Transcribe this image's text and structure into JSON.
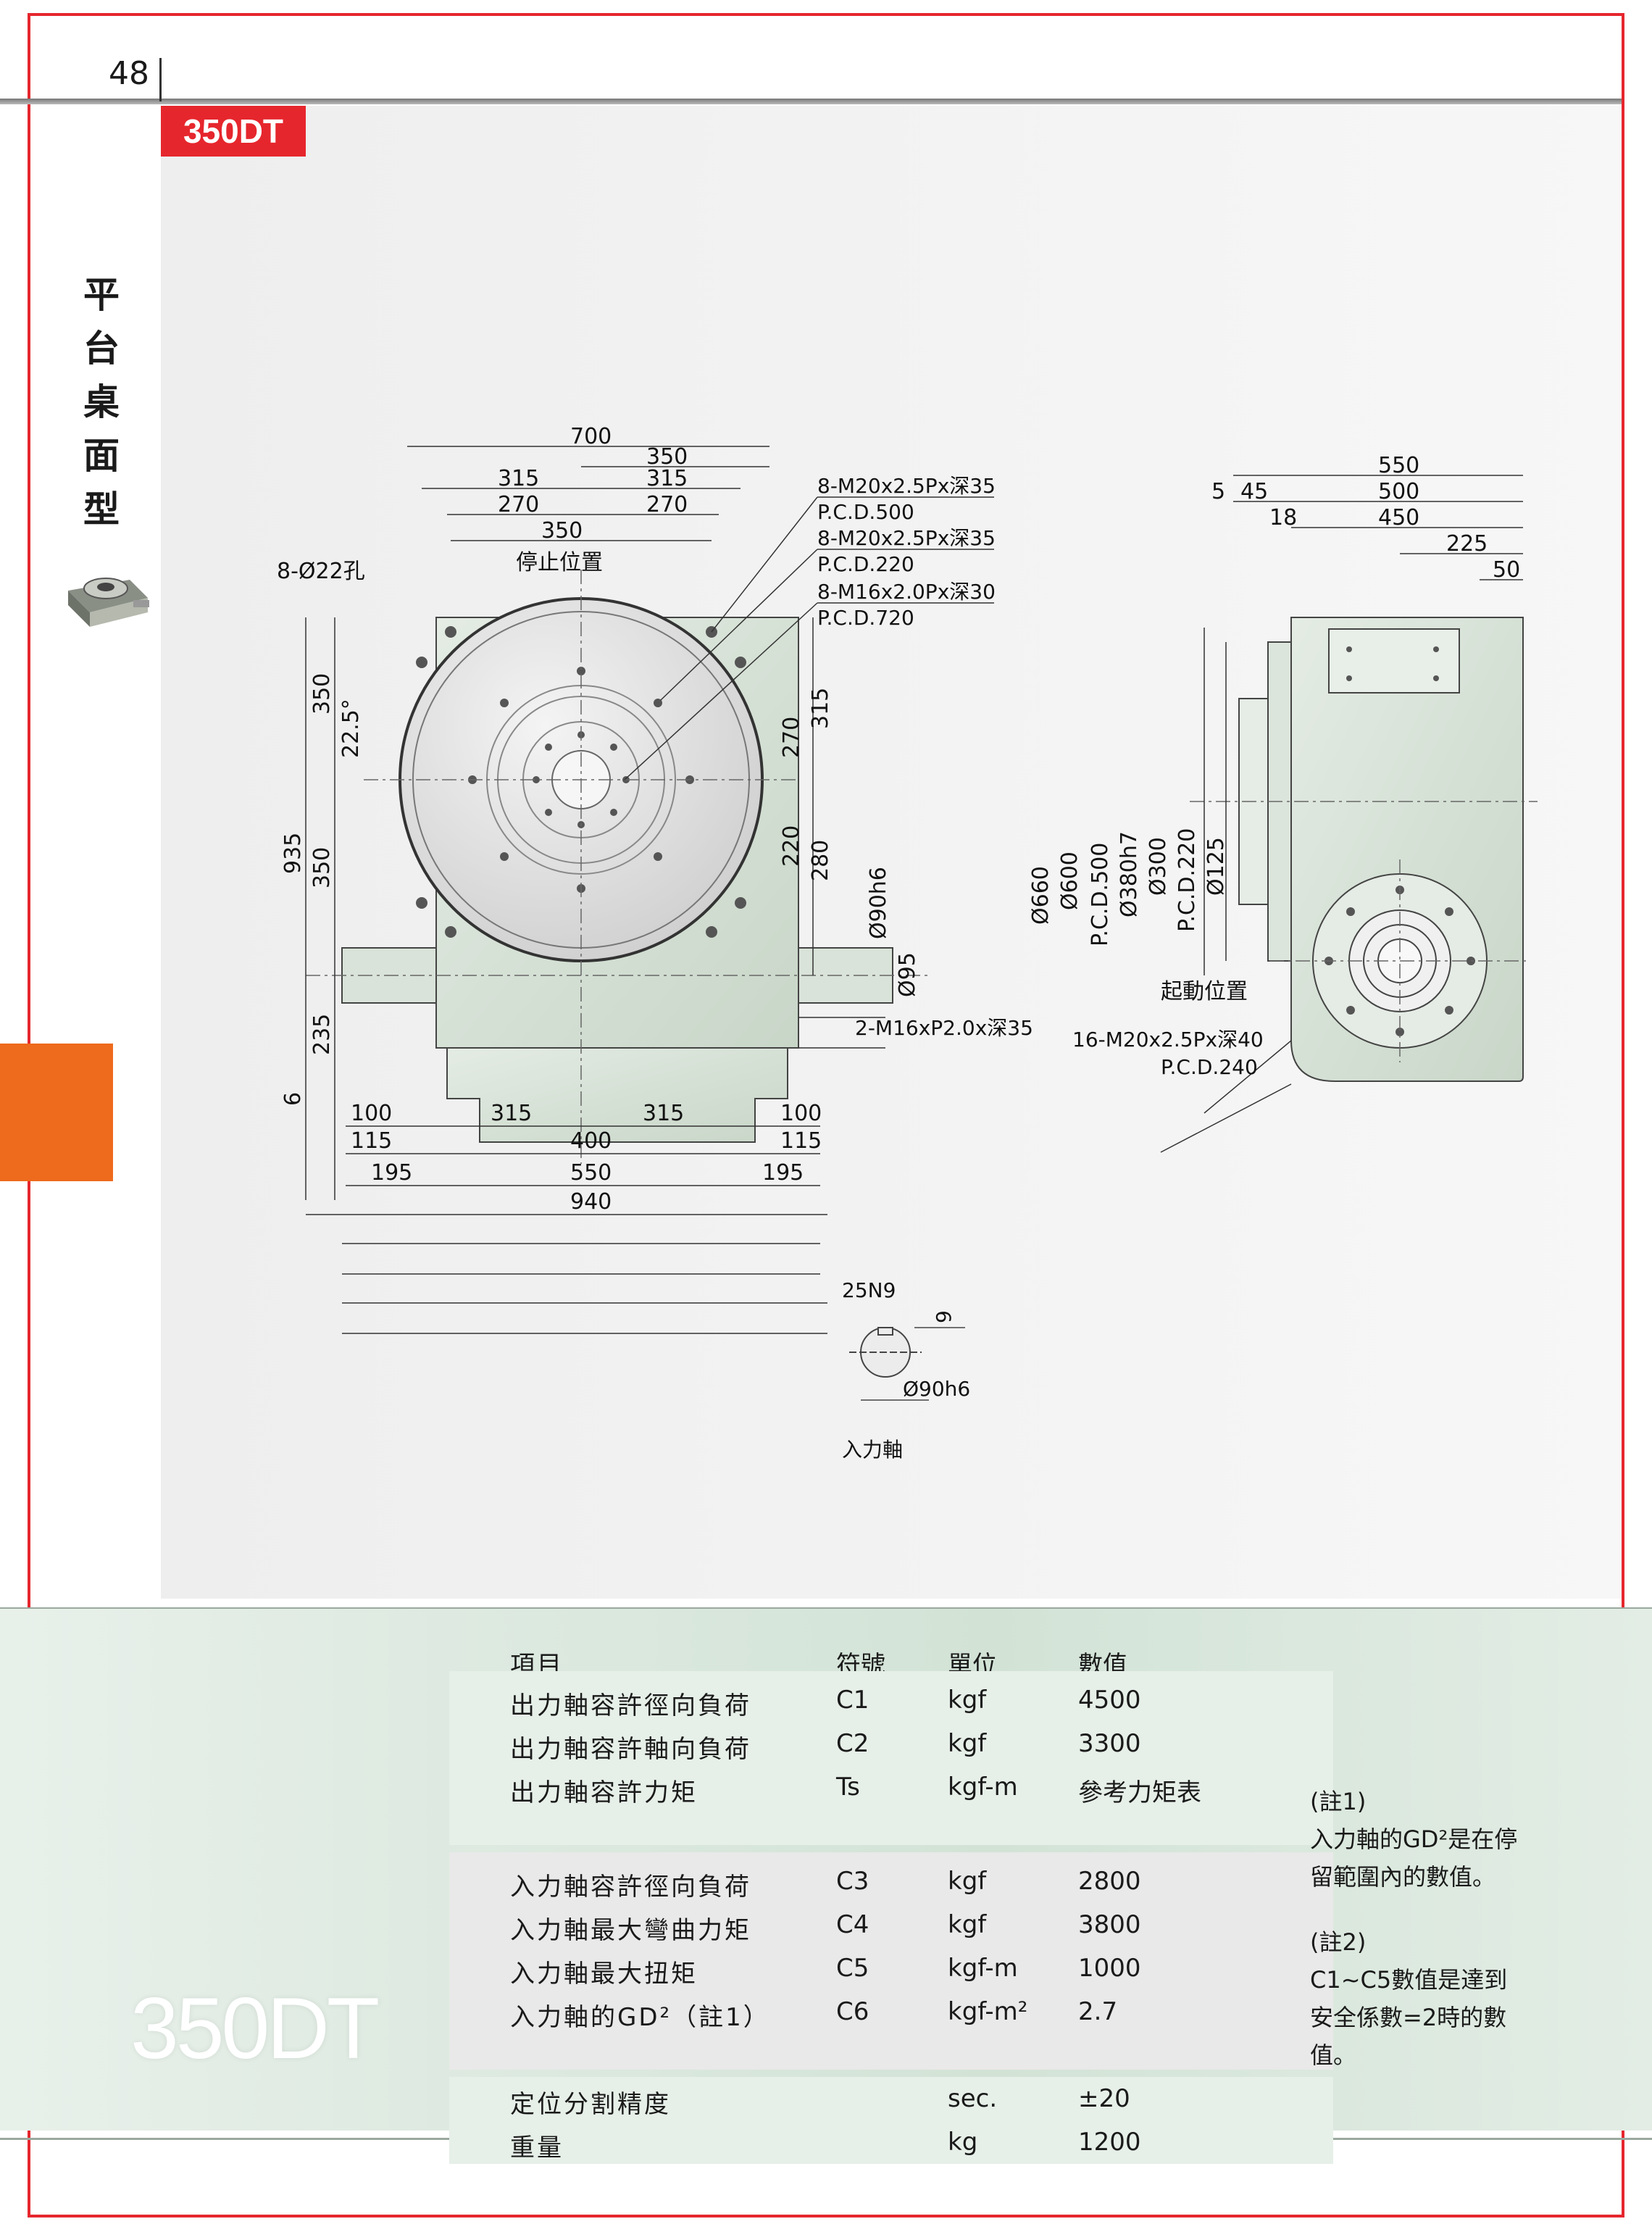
{
  "page": {
    "number": "48",
    "model": "350DT",
    "category": "平台桌面型"
  },
  "drawing": {
    "front": {
      "dims_top": [
        "700",
        "350",
        "315",
        "315",
        "270",
        "270",
        "350"
      ],
      "stop_position": "停止位置",
      "hole_note": "8-Ø22孔",
      "callouts": [
        "8-M20x2.5Px深35",
        "P.C.D.500",
        "8-M20x2.5Px深35",
        "P.C.D.220",
        "8-M16x2.0Px深30",
        "P.C.D.720"
      ],
      "dims_left": [
        "350",
        "22.5°",
        "935",
        "350",
        "235",
        "6"
      ],
      "dims_right": [
        "270",
        "315",
        "220",
        "280",
        "Ø90h6",
        "Ø95"
      ],
      "shaft_note": "2-M16xP2.0x深35",
      "dims_bottom": [
        "100",
        "315",
        "315",
        "100",
        "115",
        "400",
        "115",
        "195",
        "550",
        "195",
        "940"
      ]
    },
    "side": {
      "dims_top": [
        "550",
        "5",
        "45",
        "500",
        "18",
        "450",
        "225",
        "50"
      ],
      "dims_left": [
        "Ø660",
        "Ø600",
        "P.C.D.500",
        "Ø380h7",
        "Ø300",
        "P.C.D.220",
        "Ø125"
      ],
      "start_position": "起動位置",
      "callouts": [
        "16-M20x2.5Px深40",
        "P.C.D.240"
      ]
    },
    "shaft": {
      "keyway": "25N9",
      "depth": "9",
      "dia": "Ø90h6",
      "label": "入力軸"
    }
  },
  "spec_table": {
    "headers": [
      "項目",
      "符號",
      "單位",
      "數值"
    ],
    "groups": [
      {
        "rows": [
          [
            "出力軸容許徑向負荷",
            "C1",
            "kgf",
            "4500"
          ],
          [
            "出力軸容許軸向負荷",
            "C2",
            "kgf",
            "3300"
          ],
          [
            "出力軸容許力矩",
            "Ts",
            "kgf-m",
            "參考力矩表"
          ]
        ]
      },
      {
        "rows": [
          [
            "入力軸容許徑向負荷",
            "C3",
            "kgf",
            "2800"
          ],
          [
            "入力軸最大彎曲力矩",
            "C4",
            "kgf",
            "3800"
          ],
          [
            "入力軸最大扭矩",
            "C5",
            "kgf-m",
            "1000"
          ],
          [
            "入力軸的GD²（註1）",
            "C6",
            "kgf-m²",
            "2.7"
          ]
        ]
      },
      {
        "rows": [
          [
            "定位分割精度",
            "",
            "sec.",
            "±20"
          ],
          [
            "重量",
            "",
            "kg",
            "1200"
          ]
        ]
      }
    ]
  },
  "notes": {
    "note1_title": "(註1)",
    "note1_body": "入力軸的GD²是在停\n留範圍內的數值。",
    "note2_title": "(註2)",
    "note2_body": "C1~C5數值是達到\n安全係數=2時的數\n值。"
  }
}
